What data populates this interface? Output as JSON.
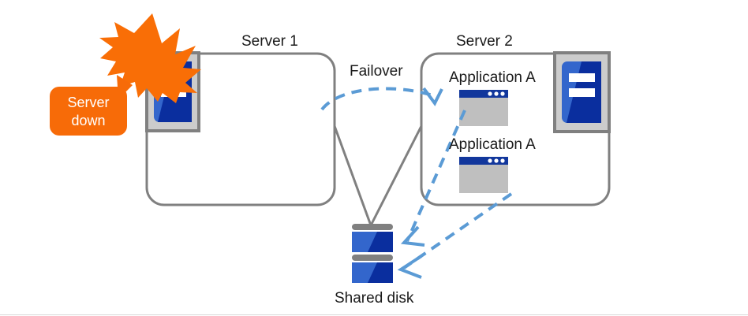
{
  "diagram": {
    "title_server1": "Server 1",
    "title_server2": "Server 2",
    "failover_label": "Failover",
    "shared_disk_label": "Shared disk",
    "alert": {
      "line1": "Server",
      "line2": "down"
    },
    "server2_apps": [
      {
        "label": "Application A"
      },
      {
        "label": "Application A"
      }
    ],
    "icons": {
      "server_unit": "server-icon",
      "app_window": "application-window-icon",
      "disk_stack": "shared-disk-icon",
      "burst": "failure-burst-icon",
      "failover_arrow": "failover-curved-arrow-icon",
      "access_arrow": "disk-access-arrow-icon"
    },
    "colors": {
      "alert_orange": "#F76B08",
      "burst_orange": "#F96E06",
      "box_outline_gray": "#808080",
      "icon_light_blue": "#3366CC",
      "icon_dark_blue": "#0A2E9E",
      "icon_frame_gray": "#CCCCCC",
      "icon_frame_border": "#808080",
      "window_body_gray": "#BFBFBF",
      "window_titlebar_blue": "#12379C",
      "dashed_arrow_blue": "#5B9BD5",
      "text_dark": "#1A1A1A",
      "background": "#FFFFFF"
    }
  }
}
